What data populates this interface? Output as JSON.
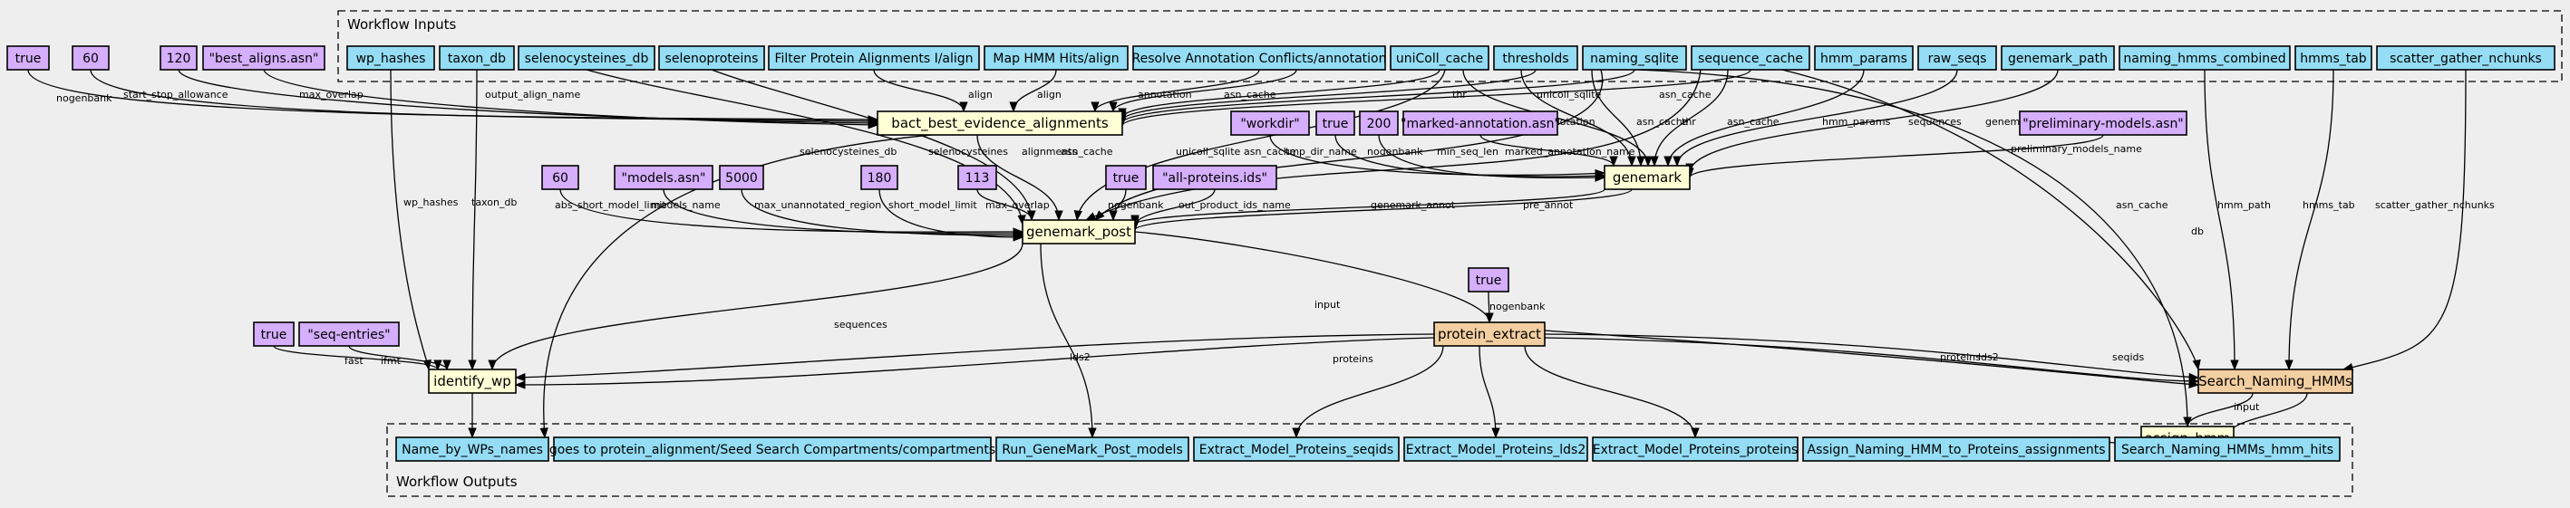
{
  "colors": {
    "background": "#eeeeee",
    "input_fill": "#94ddf4",
    "param_fill": "#d5aefc",
    "step_fill": "#ffffd6",
    "subworkflow_fill": "#f3cea1",
    "stroke": "#000000"
  },
  "clusters": {
    "inputs": "Workflow Inputs",
    "outputs": "Workflow Outputs"
  },
  "nodes": {
    "in_wp_hashes": "wp_hashes",
    "in_taxon_db": "taxon_db",
    "in_selenocysteines_db": "selenocysteines_db",
    "in_selenoproteins": "selenoproteins",
    "in_filter_align": "Filter Protein Alignments I/align",
    "in_map_hmm": "Map HMM Hits/align",
    "in_resolve": "Resolve Annotation Conflicts/annotation",
    "in_unicoll_cache": "uniColl_cache",
    "in_thresholds": "thresholds",
    "in_naming_sqlite": "naming_sqlite",
    "in_sequence_cache": "sequence_cache",
    "in_hmm_params": "hmm_params",
    "in_raw_seqs": "raw_seqs",
    "in_genemark_path": "genemark_path",
    "in_naming_hmms_combined": "naming_hmms_combined",
    "in_hmms_tab": "hmms_tab",
    "in_scatter": "scatter_gather_nchunks",
    "p_true_a": "true",
    "p_60_a": "60",
    "p_120": "120",
    "p_best_aligns": "\"best_aligns.asn\"",
    "p_workdir": "\"workdir\"",
    "p_true_b": "true",
    "p_200": "200",
    "p_marked": "\"marked-annotation.asn\"",
    "p_prelim": "\"preliminary-models.asn\"",
    "p_60_b": "60",
    "p_models": "\"models.asn\"",
    "p_5000": "5000",
    "p_180": "180",
    "p_113": "113",
    "p_true_c": "true",
    "p_all_proteins": "\"all-proteins.ids\"",
    "p_true_d": "true",
    "p_true_e": "true",
    "p_seq_entries": "\"seq-entries\"",
    "s_bact": "bact_best_evidence_alignments",
    "s_genemark": "genemark",
    "s_genemark_post": "genemark_post",
    "s_protein_extract": "protein_extract",
    "s_identify_wp": "identify_wp",
    "s_search_naming": "Search_Naming_HMMs",
    "s_assign_hmm": "assign_hmm",
    "o_name_wp": "Name_by_WPs_names",
    "o_goes_to": "goes to protein_alignment/Seed Search Compartments/compartments",
    "o_run_gm": "Run_GeneMark_Post_models",
    "o_seqids": "Extract_Model_Proteins_seqids",
    "o_lds2": "Extract_Model_Proteins_lds2",
    "o_proteins": "Extract_Model_Proteins_proteins",
    "o_assign": "Assign_Naming_HMM_to_Proteins_assignments",
    "o_search_hits": "Search_Naming_HMMs_hmm_hits"
  },
  "edge_labels": {
    "nogenbank": "nogenbank",
    "start_stop_allowance": "start_stop_allowance",
    "max_overlap": "max_overlap",
    "output_align_name": "output_align_name",
    "align": "align",
    "annotation": "annotation",
    "asn_cache": "asn_cache",
    "thr": "thr",
    "unicoll_sqlite": "unicoll_sqlite",
    "tmp_dir_name": "tmp_dir_name",
    "min_seq_len": "min_seq_len",
    "marked_annotation_name": "marked_annotation_name",
    "hmm_params": "hmm_params",
    "sequences": "sequences",
    "genemark_path": "genemark_path",
    "preliminary_models_name": "preliminary_models_name",
    "alignments": "alignments",
    "selenocysteines_db": "selenocysteines_db",
    "selenocysteines": "selenocysteines",
    "genemark_annot": "genemark_annot",
    "pre_annot": "pre_annot",
    "abs_short_model_limit": "abs_short_model_limit",
    "models_name": "models_name",
    "max_unannotated_region": "max_unannotated_region",
    "short_model_limit": "short_model_limit",
    "out_product_ids_name": "out_product_ids_name",
    "wp_hashes": "wp_hashes",
    "taxon_db": "taxon_db",
    "fast": "fast",
    "ifmt": "ifmt",
    "input": "input",
    "lds2": "lds2",
    "proteins": "proteins",
    "seqids": "seqids",
    "db": "db",
    "hmm_path": "hmm_path",
    "hmms_tab": "hmms_tab",
    "scatter_gather_nchunks": "scatter_gather_nchunks"
  }
}
